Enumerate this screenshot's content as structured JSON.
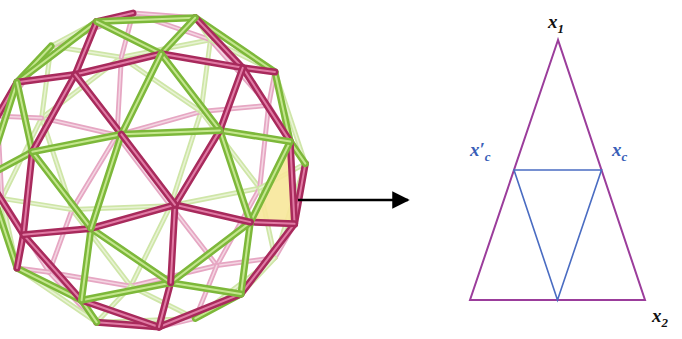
{
  "diagram": {
    "labels": [
      "x1",
      "x′c",
      "xc",
      "x2"
    ]
  }
}
